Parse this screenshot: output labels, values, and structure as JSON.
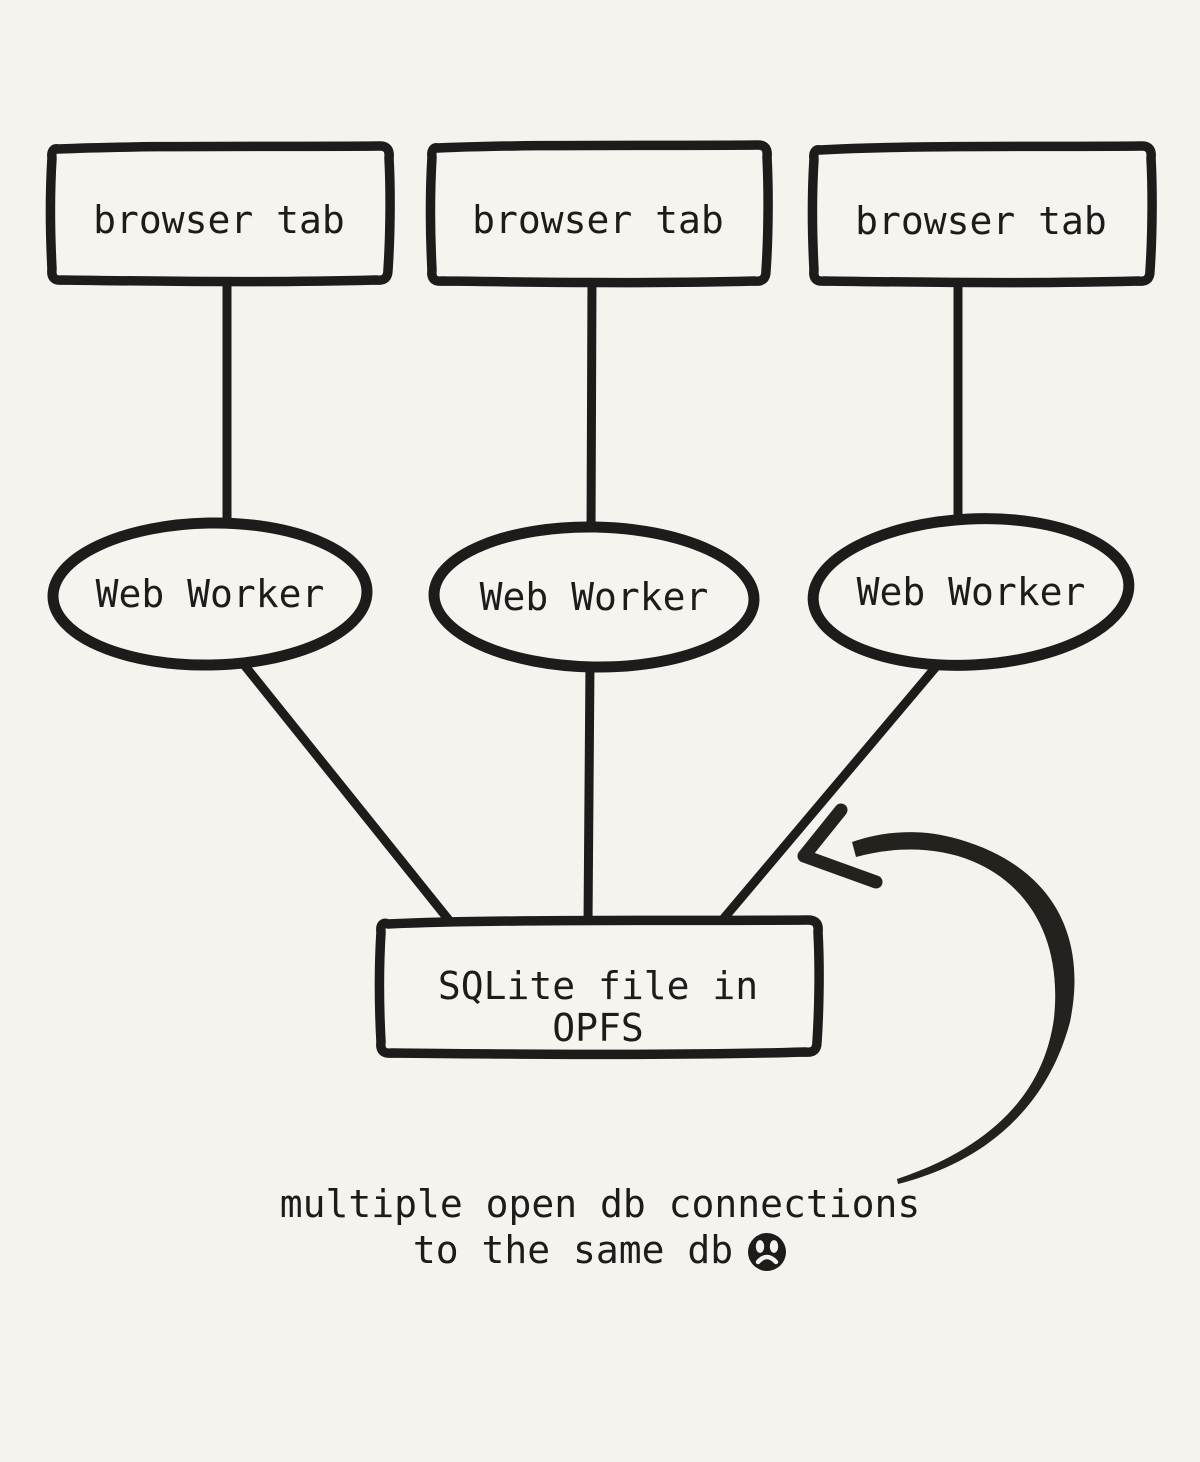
{
  "canvas": {
    "background_color": "#f5f3ee",
    "ink_color": "#1e1c1b"
  },
  "nodes": {
    "tabs": [
      {
        "label": "browser tab"
      },
      {
        "label": "browser tab"
      },
      {
        "label": "browser tab"
      }
    ],
    "workers": [
      {
        "label": "Web Worker"
      },
      {
        "label": "Web Worker"
      },
      {
        "label": "Web Worker"
      }
    ],
    "sqlite": {
      "label": "SQLite file in OPFS"
    }
  },
  "edges": [
    {
      "from": "browser-tab-1",
      "to": "web-worker-1"
    },
    {
      "from": "browser-tab-2",
      "to": "web-worker-2"
    },
    {
      "from": "browser-tab-3",
      "to": "web-worker-3"
    },
    {
      "from": "web-worker-1",
      "to": "sqlite-file"
    },
    {
      "from": "web-worker-2",
      "to": "sqlite-file"
    },
    {
      "from": "web-worker-3",
      "to": "sqlite-file"
    }
  ],
  "annotation": {
    "arrow_points_to": "web-worker-3-to-sqlite-connection"
  },
  "caption": {
    "line1": "multiple open db connections",
    "line2": "to the same db",
    "emoji": "frowning-face"
  }
}
